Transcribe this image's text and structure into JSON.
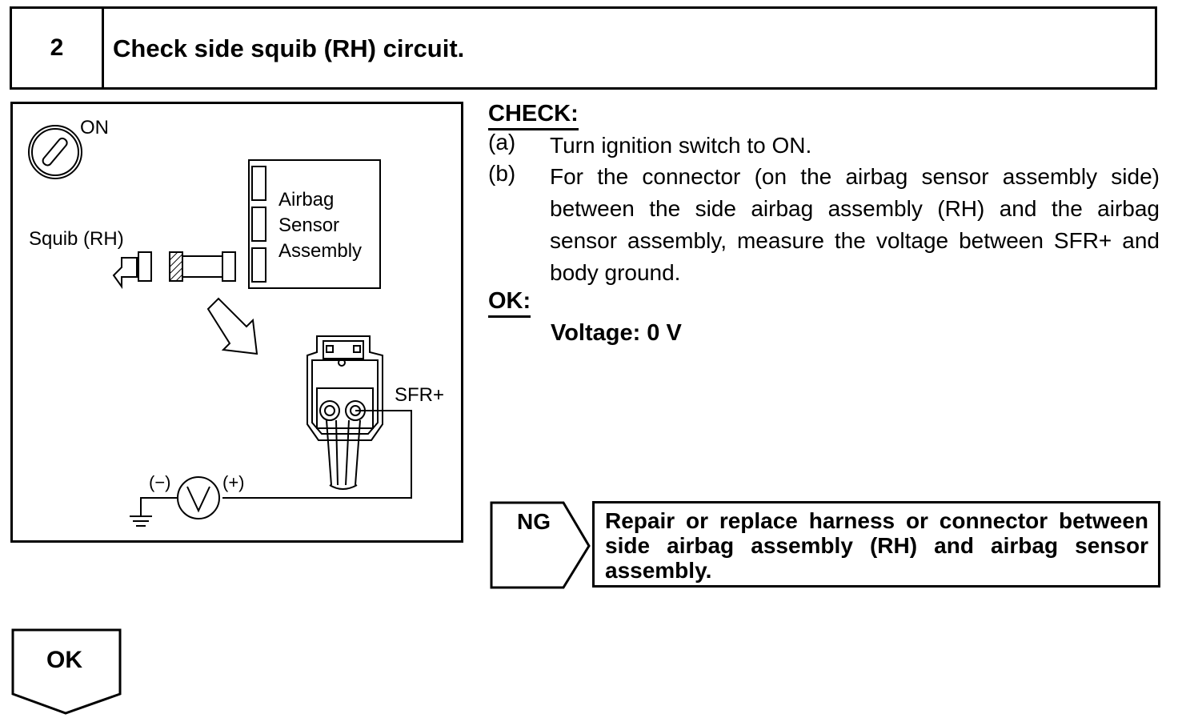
{
  "step": {
    "number": "2",
    "title": "Check side squib (RH) circuit."
  },
  "diagram": {
    "ignition_label": "ON",
    "squib_label": "Squib (RH)",
    "sensor_label_line1": "Airbag",
    "sensor_label_line2": "Sensor",
    "sensor_label_line3": "Assembly",
    "terminal_label": "SFR+",
    "meter_minus": "(−)",
    "meter_plus": "(+)",
    "meter_symbol": "V"
  },
  "check": {
    "heading": "CHECK:",
    "steps": [
      {
        "tag": "(a)",
        "text": "Turn ignition switch to ON."
      },
      {
        "tag": "(b)",
        "text": "For the connector (on the airbag sensor assembly side) between the side airbag assembly (RH) and the airbag sensor assembly, measure the voltage between SFR+ and body ground."
      }
    ]
  },
  "ok": {
    "heading": "OK:",
    "spec": "Voltage: 0 V"
  },
  "ng": {
    "label": "NG",
    "action": "Repair or replace harness or connector between side airbag assembly (RH) and airbag sensor assembly."
  },
  "ok_flow": {
    "label": "OK"
  }
}
